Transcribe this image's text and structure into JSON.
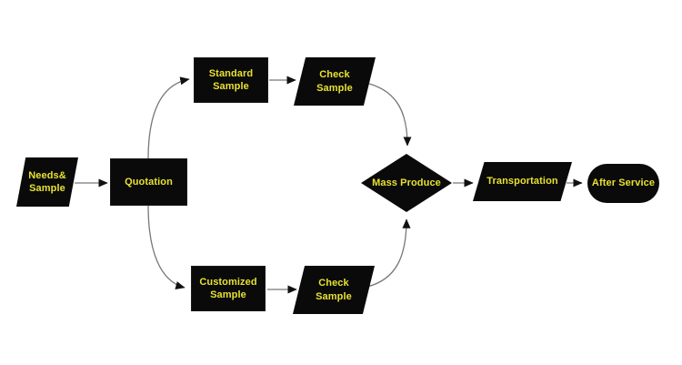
{
  "diagram": {
    "type": "flowchart",
    "background_color": "#ffffff",
    "node_fill_color": "#0a0a0a",
    "label_color": "#e8e131",
    "connector_color": "#777777",
    "arrowhead_color": "#111111",
    "nodes": [
      {
        "id": "needs-sample",
        "shape": "parallelogram",
        "label": "Needs&\nSample"
      },
      {
        "id": "quotation",
        "shape": "rectangle",
        "label": "Quotation"
      },
      {
        "id": "standard-sample",
        "shape": "rectangle",
        "label": "Standard\nSample"
      },
      {
        "id": "check-sample-top",
        "shape": "parallelogram",
        "label": "Check\nSample"
      },
      {
        "id": "customized-sample",
        "shape": "rectangle",
        "label": "Customized\nSample"
      },
      {
        "id": "check-sample-bottom",
        "shape": "parallelogram",
        "label": "Check\nSample"
      },
      {
        "id": "mass-produce",
        "shape": "diamond",
        "label": "Mass Produce"
      },
      {
        "id": "transportation",
        "shape": "parallelogram",
        "label": "Transportation"
      },
      {
        "id": "after-service",
        "shape": "stadium",
        "label": "After Service"
      }
    ],
    "edges": [
      {
        "from": "needs-sample",
        "to": "quotation"
      },
      {
        "from": "quotation",
        "to": "standard-sample"
      },
      {
        "from": "standard-sample",
        "to": "check-sample-top"
      },
      {
        "from": "check-sample-top",
        "to": "mass-produce"
      },
      {
        "from": "quotation",
        "to": "customized-sample"
      },
      {
        "from": "customized-sample",
        "to": "check-sample-bottom"
      },
      {
        "from": "check-sample-bottom",
        "to": "mass-produce"
      },
      {
        "from": "mass-produce",
        "to": "transportation"
      },
      {
        "from": "transportation",
        "to": "after-service"
      }
    ]
  }
}
